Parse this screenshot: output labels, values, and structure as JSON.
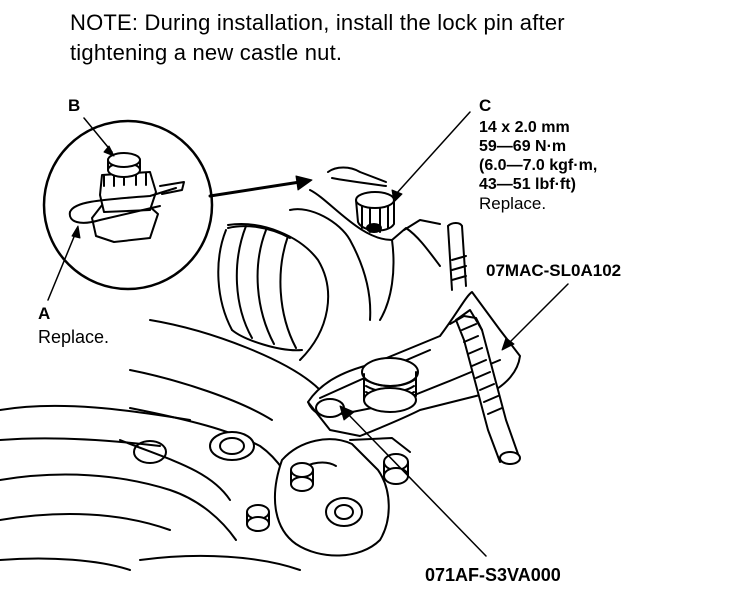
{
  "note": {
    "line1": "NOTE: During installation, install the lock pin after",
    "line2": "tightening a new castle nut."
  },
  "callouts": {
    "b": "B",
    "a": "A",
    "a_note": "Replace.",
    "c": "C",
    "c_specs": [
      "14 x 2.0 mm",
      "59—69 N·m",
      "(6.0—7.0 kgf·m,",
      "43—51 lbf·ft)"
    ],
    "c_note": "Replace."
  },
  "tools": {
    "ball_joint_remover": "07MAC-SL0A102",
    "adapter": "071AF-S3VA000"
  }
}
